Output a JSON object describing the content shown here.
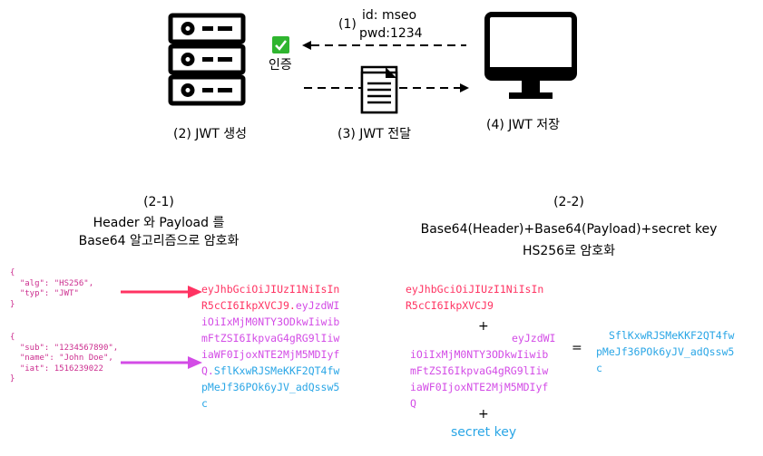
{
  "top": {
    "step1_num": "(1)",
    "step1_id": "id: mseo",
    "step1_pwd": "pwd:1234",
    "auth_label": "인증",
    "step2_label": "(2)  JWT 생성",
    "step3_label": "(3)  JWT 전달",
    "step4_label": "(4)  JWT 저장"
  },
  "left": {
    "title_num": "(2-1)",
    "title_line1": "Header 와 Payload 를",
    "title_line2": "Base64 알고리즘으로 암호화",
    "header_json": "{\n  \"alg\": \"HS256\",\n  \"typ\": \"JWT\"\n}",
    "payload_json": "{\n  \"sub\": \"1234567890\",\n  \"name\": \"John Doe\",\n  \"iat\": 1516239022\n}",
    "token_line1": "eyJhbGciOiJIUzI1NiIsIn",
    "token_line2_header": "R5cCI6IkpXVCJ9.",
    "token_line2_payload": "eyJzdWI",
    "token_line3": "iOiIxMjM0NTY3ODkwIiwib",
    "token_line4": "mFtZSI6IkpvaG4gRG9lIiw",
    "token_line5": "iaWF0IjoxNTE2MjM5MDIyf",
    "token_line6_payload": "Q.",
    "token_line6_sig": "SflKxwRJSMeKKF2QT4fw",
    "token_line7": "pMeJf36POk6yJV_adQssw5",
    "token_line8": "c"
  },
  "right": {
    "title_num": "(2-2)",
    "title_line1": "Base64(Header)+Base64(Payload)+secret key",
    "title_line2": "HS256로 암호화",
    "header_line1": "eyJhbGciOiJIUzI1NiIsIn",
    "header_line2": "R5cCI6IkpXVCJ9",
    "plus1": "+",
    "payload_line1": "eyJzdWI",
    "payload_line2": "iOiIxMjM0NTY3ODkwIiwib",
    "payload_line3": "mFtZSI6IkpvaG4gRG9lIiw",
    "payload_line4": "iaWF0IjoxNTE2MjM5MDIyf",
    "payload_line5": "Q",
    "plus2": "+",
    "secret_key": "secret key",
    "equals": "=",
    "sig_line1": "SflKxwRJSMeKKF2QT4fw",
    "sig_line2": "pMeJf36POk6yJV_adQssw5",
    "sig_line3": "c"
  },
  "colors": {
    "header": "#ff3362",
    "payload": "#d34ce6",
    "signature": "#2aa6e6",
    "check": "#2fb52f"
  }
}
